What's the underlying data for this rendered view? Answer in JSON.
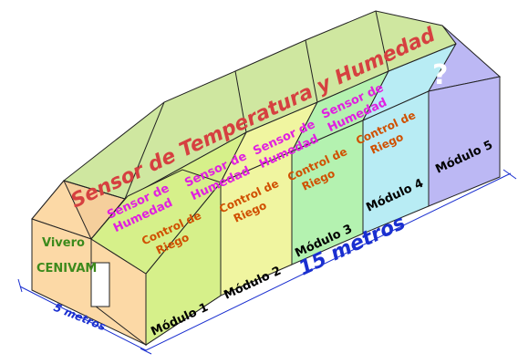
{
  "banner_text": "Sensor de Temperatura y Humedad",
  "nursery": {
    "line1": "Vivero",
    "line2": "CENIVAM"
  },
  "modules": [
    {
      "label": "Módulo 1",
      "sensor_line1": "Sensor de",
      "sensor_line2": "Humedad",
      "control_line1": "Control de",
      "control_line2": "Riego",
      "color": "#d6f08a"
    },
    {
      "label": "Módulo 2",
      "sensor_line1": "Sensor de",
      "sensor_line2": "Humedad",
      "control_line1": "Control de",
      "control_line2": "Riego",
      "color": "#f0f5a0"
    },
    {
      "label": "Módulo 3",
      "sensor_line1": "Sensor de",
      "sensor_line2": "Humedad",
      "control_line1": "Control de",
      "control_line2": "Riego",
      "color": "#b4f2b0"
    },
    {
      "label": "Módulo 4",
      "sensor_line1": "Sensor de",
      "sensor_line2": "Humedad",
      "control_line1": "Control de",
      "control_line2": "Riego",
      "color": "#b8ecf4"
    },
    {
      "label": "Módulo 5",
      "question_mark": "?",
      "color": "#bcb8f4"
    }
  ],
  "dimensions": {
    "width": "5 metros",
    "length": "15 metros"
  },
  "colors": {
    "front": "#fcd9a6",
    "outline": "#222222",
    "banner_text": "#d64040",
    "sensor_text": "#e020e0",
    "control_text": "#d05000",
    "nursery_text": "#3c8a1c",
    "dimension": "#1a2fd0"
  }
}
